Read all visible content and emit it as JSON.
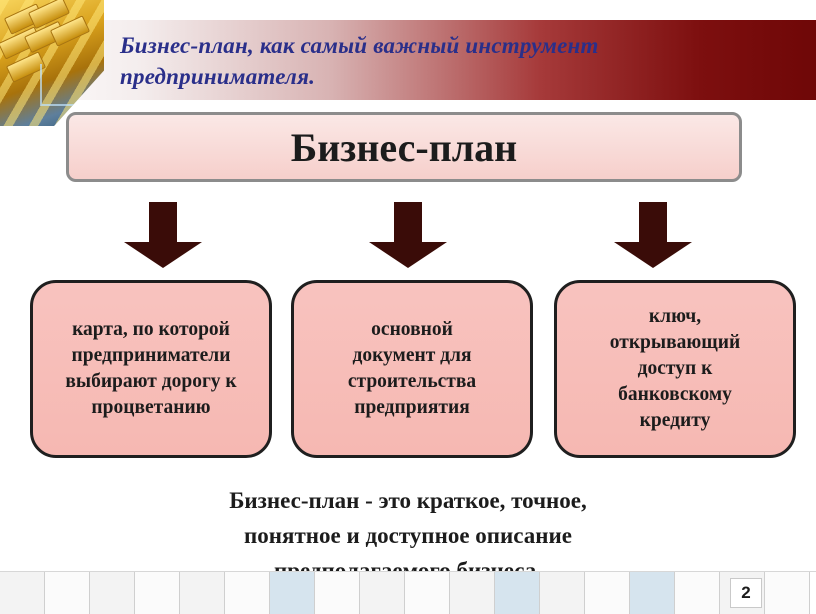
{
  "header": {
    "title_line1": "Бизнес-план, как самый важный инструмент",
    "title_line2": "предпринимателя.",
    "colors": {
      "banner_dark": "#6f0707",
      "title_text": "#2a2f8a"
    }
  },
  "main": {
    "title": "Бизнес-план"
  },
  "cards": [
    {
      "text": "карта, по которой\nпредприниматели\nвыбирают дорогу к\nпроцветанию"
    },
    {
      "text": "основной\nдокумент для\nстроительства\nпредприятия"
    },
    {
      "text": "ключ,\nоткрывающий\nдоступ к\nбанковскому\nкредиту"
    }
  ],
  "definition": {
    "text": "Бизнес-план - это краткое, точное,\nпонятное и доступное описание\nпредполагаемого бизнеса."
  },
  "footer": {
    "page_number": "2"
  },
  "colors": {
    "card_fill": "#f6b8b2",
    "main_box_fill": "#f6cfcb",
    "arrow": "#3a0c08"
  }
}
